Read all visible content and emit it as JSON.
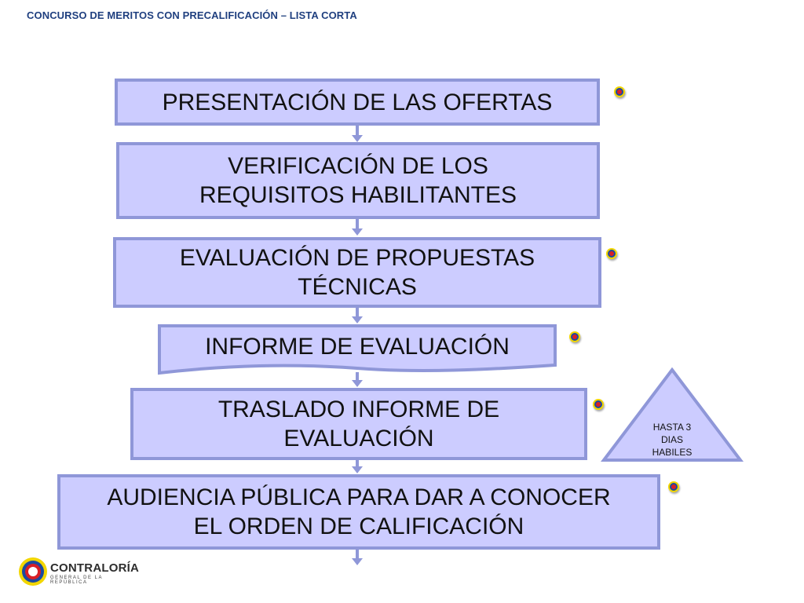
{
  "header": {
    "title": "CONCURSO DE MERITOS CON PRECALIFICACIÓN – LISTA CORTA"
  },
  "steps": [
    {
      "lines": [
        "PRESENTACIÓN DE LAS OFERTAS"
      ]
    },
    {
      "lines": [
        "VERIFICACIÓN  DE LOS",
        "REQUISITOS HABILITANTES"
      ]
    },
    {
      "lines": [
        "EVALUACIÓN DE PROPUESTAS",
        "TÉCNICAS"
      ]
    },
    {
      "lines": [
        "INFORME DE EVALUACIÓN"
      ]
    },
    {
      "lines": [
        "TRASLADO INFORME DE",
        "EVALUACIÓN"
      ]
    },
    {
      "lines": [
        "AUDIENCIA PÚBLICA PARA DAR A CONOCER",
        "EL ORDEN DE CALIFICACIÓN"
      ]
    }
  ],
  "note": {
    "lines": [
      "HASTA 3",
      "DIAS",
      "HABILES"
    ]
  },
  "logo": {
    "name": "CONTRALORÍA",
    "subtitle": "GENERAL DE LA REPÚBLICA"
  },
  "colors": {
    "box_fill": "#ccccff",
    "box_border": "#8f97d8",
    "header_text": "#1f3f7f"
  }
}
